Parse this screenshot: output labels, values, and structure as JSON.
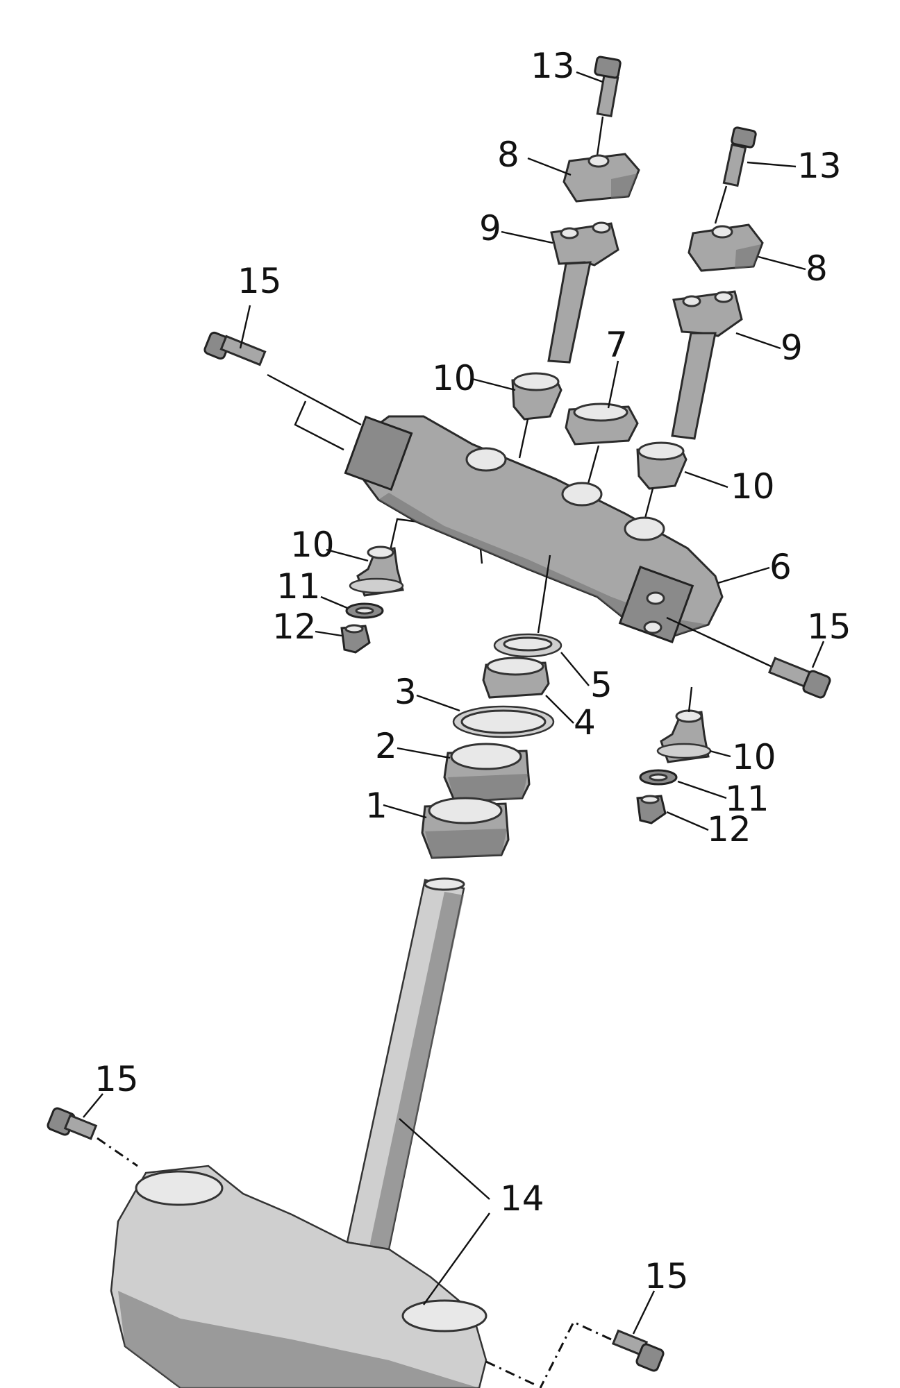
{
  "diagram": {
    "callouts": [
      {
        "id": "c13a",
        "text": "13"
      },
      {
        "id": "c8a",
        "text": "8"
      },
      {
        "id": "c9a",
        "text": "9"
      },
      {
        "id": "c13b",
        "text": "13"
      },
      {
        "id": "c8b",
        "text": "8"
      },
      {
        "id": "c9b",
        "text": "9"
      },
      {
        "id": "c15a",
        "text": "15"
      },
      {
        "id": "c7",
        "text": "7"
      },
      {
        "id": "c10a",
        "text": "10"
      },
      {
        "id": "c10b",
        "text": "10"
      },
      {
        "id": "c6",
        "text": "6"
      },
      {
        "id": "c10c",
        "text": "10"
      },
      {
        "id": "c11a",
        "text": "11"
      },
      {
        "id": "c12a",
        "text": "12"
      },
      {
        "id": "c15b",
        "text": "15"
      },
      {
        "id": "c5",
        "text": "5"
      },
      {
        "id": "c3",
        "text": "3"
      },
      {
        "id": "c4",
        "text": "4"
      },
      {
        "id": "c2",
        "text": "2"
      },
      {
        "id": "c10d",
        "text": "10"
      },
      {
        "id": "c1",
        "text": "1"
      },
      {
        "id": "c11b",
        "text": "11"
      },
      {
        "id": "c12b",
        "text": "12"
      },
      {
        "id": "c15c",
        "text": "15"
      },
      {
        "id": "c14",
        "text": "14"
      },
      {
        "id": "c15d",
        "text": "15"
      }
    ]
  }
}
